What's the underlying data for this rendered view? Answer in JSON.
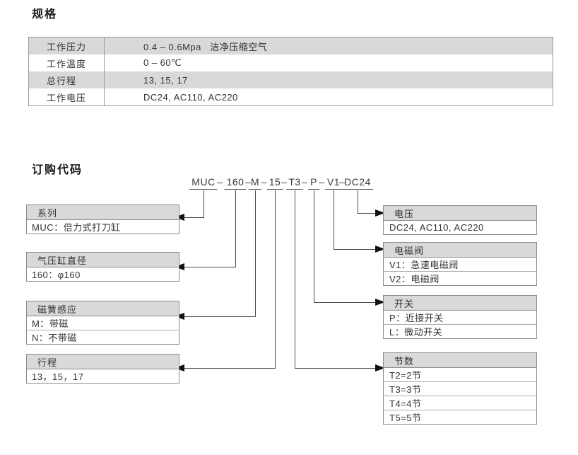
{
  "spec": {
    "title": "规格",
    "table": {
      "rows": [
        {
          "label": "工作压力",
          "value": "0.4 – 0.6Mpa   洁净压缩空气"
        },
        {
          "label": "工作温度",
          "value": "0 – 60℃"
        },
        {
          "label": "总行程",
          "value": "13, 15, 17"
        },
        {
          "label": "工作电压",
          "value": "DC24, AC110, AC220"
        }
      ]
    }
  },
  "order_code": {
    "title": "订购代码",
    "separator": "–",
    "segments": [
      "MUC",
      "160",
      "M",
      "15",
      "T3",
      "P",
      "V1",
      "DC24"
    ],
    "left_boxes": [
      {
        "title": "系列",
        "rows": [
          "MUC：倍力式打刀缸"
        ]
      },
      {
        "title": "气压缸直径",
        "rows": [
          "160：φ160"
        ]
      },
      {
        "title": "磁簧感应",
        "rows": [
          "M：带磁",
          "N：不带磁"
        ]
      },
      {
        "title": "行程",
        "rows": [
          "13，15，17"
        ]
      }
    ],
    "right_boxes": [
      {
        "title": "电压",
        "rows": [
          "DC24, AC110, AC220"
        ]
      },
      {
        "title": "电磁阀",
        "rows": [
          "V1：急速电磁阀",
          "V2：电磁阀"
        ]
      },
      {
        "title": "开关",
        "rows": [
          "P：近接开关",
          "L：微动开关"
        ]
      },
      {
        "title": "节数",
        "rows": [
          "T2=2节",
          "T3=3节",
          "T4=4节",
          "T5=5节"
        ]
      }
    ]
  },
  "colors": {
    "band_gray": "#d9d9d9",
    "border_gray": "#8c8c8c",
    "line_dark": "#4a4a4a",
    "arrow_black": "#111111"
  }
}
